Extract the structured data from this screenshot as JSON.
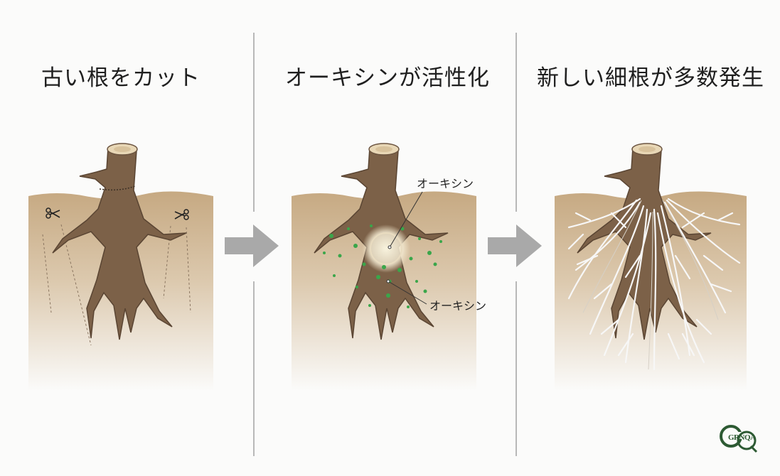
{
  "panels": [
    {
      "title": "古い根をカット"
    },
    {
      "title": "オーキシンが活性化",
      "labels": [
        "オーキシン",
        "オーキシン"
      ]
    },
    {
      "title": "新しい細根が多数発生"
    }
  ],
  "logo": {
    "text": "GRNQA"
  },
  "colors": {
    "soil_top": "#c9ae8c",
    "root": "#7a5f45",
    "root_light": "#a58b6c",
    "auxin": "#3aa64a",
    "new_root": "#f4f4f4",
    "arrow": "#a9a9a9"
  }
}
